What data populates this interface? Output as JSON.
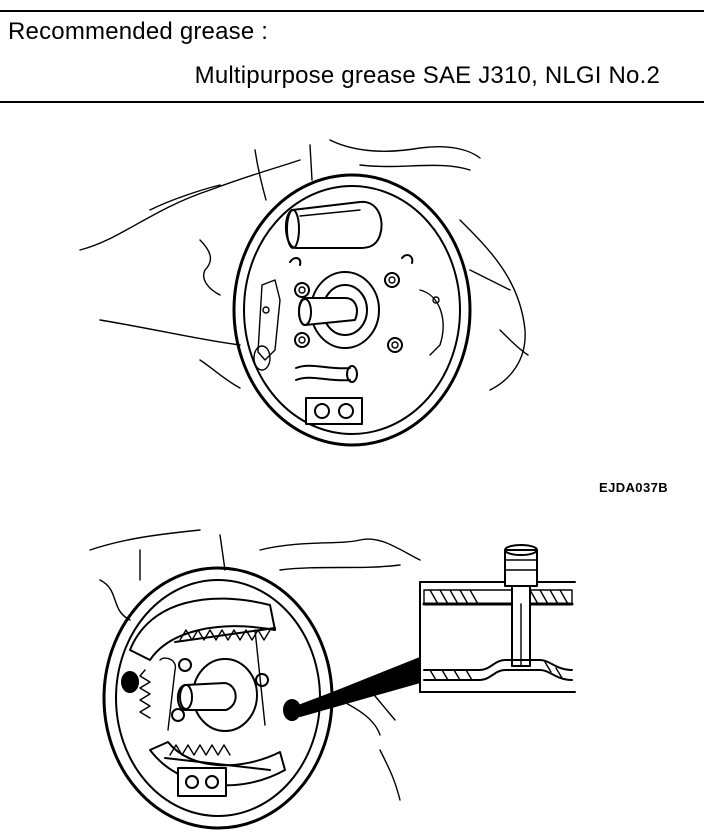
{
  "spec": {
    "label": "Recommended grease :",
    "value": "Multipurpose grease SAE J310, NLGI No.2"
  },
  "figure": {
    "code": "EJDA037B"
  }
}
